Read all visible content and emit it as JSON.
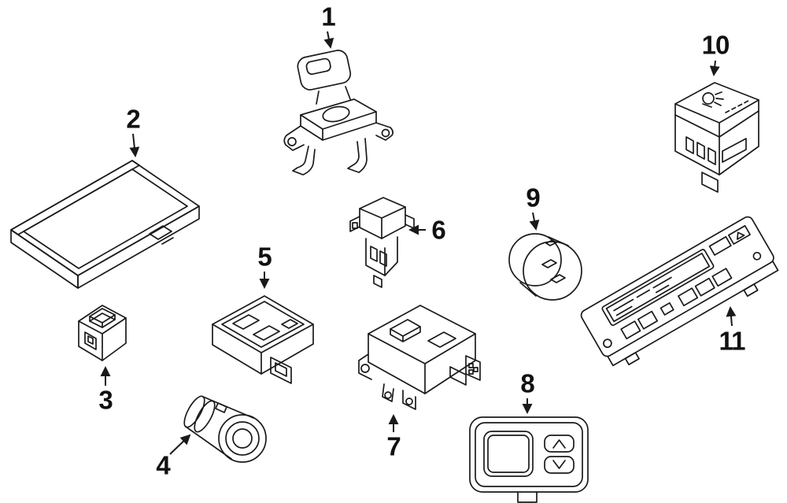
{
  "diagram": {
    "background_color": "#ffffff",
    "line_color": "#1a1a1a",
    "callouts": [
      {
        "label": "1"
      },
      {
        "label": "2"
      },
      {
        "label": "3"
      },
      {
        "label": "4"
      },
      {
        "label": "5"
      },
      {
        "label": "6"
      },
      {
        "label": "7"
      },
      {
        "label": "8"
      },
      {
        "label": "9"
      },
      {
        "label": "10"
      },
      {
        "label": "11"
      }
    ]
  }
}
